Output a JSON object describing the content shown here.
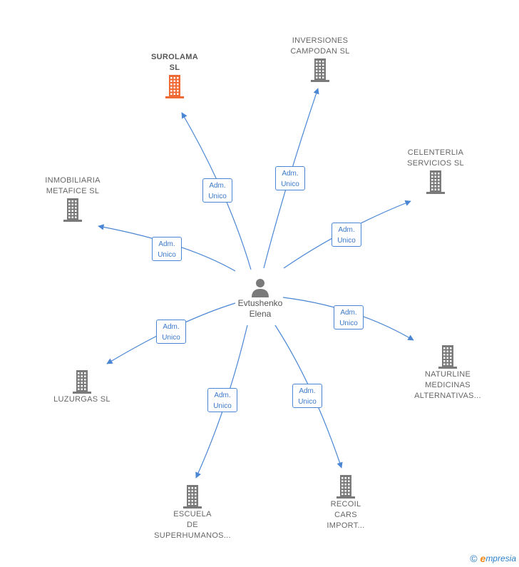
{
  "person": {
    "name": "Evtushenko\nElena"
  },
  "edge_label": "Adm.\nUnico",
  "companies": [
    {
      "id": "surolama",
      "name": "SUROLAMA\nSL",
      "highlight": true
    },
    {
      "id": "inversiones",
      "name": "INVERSIONES\nCAMPODAN  SL"
    },
    {
      "id": "celenterlia",
      "name": "CELENTERLIA\nSERVICIOS  SL"
    },
    {
      "id": "inmobiliaria",
      "name": "INMOBILIARIA\nMETAFICE  SL"
    },
    {
      "id": "naturline",
      "name": "NATURLINE\nMEDICINAS\nALTERNATIVAS..."
    },
    {
      "id": "luzurgas",
      "name": "LUZURGAS  SL"
    },
    {
      "id": "escuela",
      "name": "ESCUELA\nDE\nSUPERHUMANOS..."
    },
    {
      "id": "recoil",
      "name": "RECOIL\nCARS\nIMPORT..."
    }
  ],
  "footer": {
    "copyright": "©",
    "brand_initial": "e",
    "brand_rest": "mpresia"
  },
  "colors": {
    "edge": "#4a86d4",
    "node": "#7a7a7a",
    "highlight": "#f06a35"
  }
}
